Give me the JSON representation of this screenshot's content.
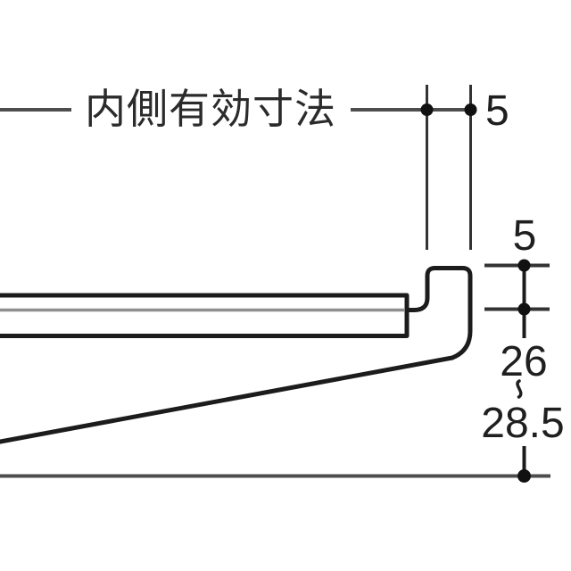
{
  "diagram": {
    "title": "内側有効寸法",
    "dimensions": {
      "top_lip_thickness": "5",
      "hook_lip_height": "5",
      "drop_range_min": "26",
      "drop_range_separator": "〜",
      "drop_range_max": "28.5"
    },
    "colors": {
      "background": "#ffffff",
      "outline": "#1c1c1c",
      "dimension_line": "#4d4d4d",
      "thin_inner_line": "#8e8e8e",
      "text": "#1f1f1f"
    }
  }
}
